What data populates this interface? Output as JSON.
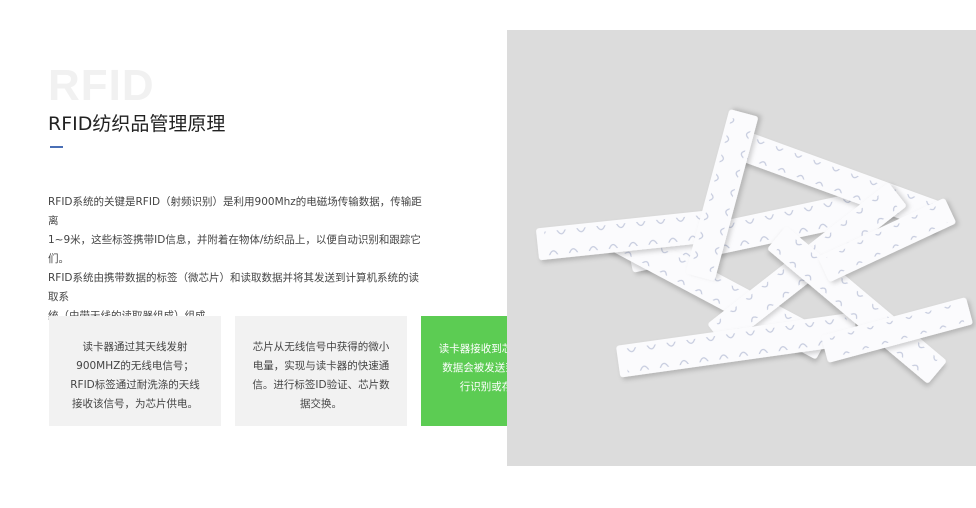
{
  "header": {
    "watermark": "RFID",
    "title": "RFID纺织品管理原理"
  },
  "description": [
    "RFID系统的关键是RFID（射频识别）是利用900Mhz的电磁场传输数据，传输距离",
    "1~9米，这些标签携带ID信息，并附着在物体/纺织品上，以便自动识别和跟踪它们。",
    "RFID系统由携带数据的标签（微芯片）和读取数据并将其发送到计算机系统的读取系",
    "统（由带天线的读取器组成）组成。"
  ],
  "cards": [
    {
      "lines": [
        "读卡器通过其天线发射",
        "900MHZ的无线电信号；",
        "RFID标签通过耐洗涤的天线",
        "接收该信号，为芯片供电。"
      ]
    },
    {
      "lines": [
        "芯片从无线信号中获得的微小",
        "电量，实现与读卡器的快速通",
        "信。进行标签ID验证、芯片数",
        "据交换。"
      ]
    },
    {
      "lines": [
        "读卡器接收到芯片反馈数据，",
        "数据会被发送到RFID系统进",
        "行识别或存储处理。"
      ]
    }
  ],
  "colors": {
    "accent_bar": "#4a6fb5",
    "highlight_card": "#5ccc53",
    "card_gray": "#f2f2f2",
    "photo_bg": "#dcdcdc"
  },
  "image": {
    "subject": "rfid-laundry-tags-photo"
  }
}
